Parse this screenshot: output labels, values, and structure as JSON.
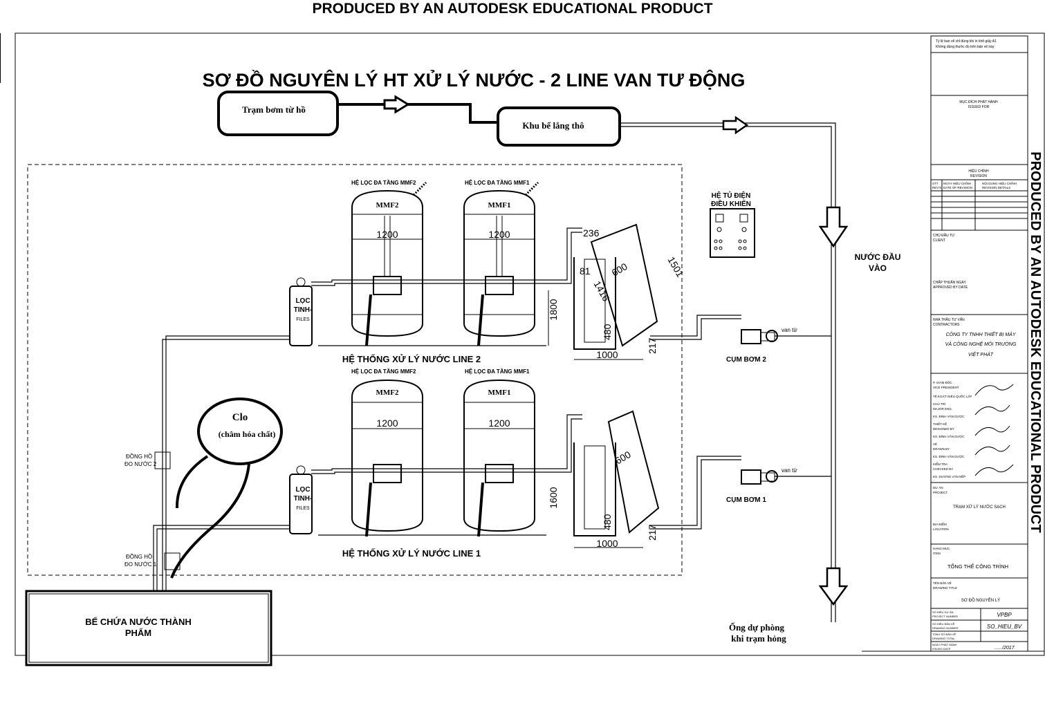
{
  "watermark_top": "PRODUCED BY AN AUTODESK EDUCATIONAL PRODUCT",
  "watermark_side": "PRODUCED BY AN AUTODESK EDUCATIONAL PRODUCT",
  "title": "SƠ ĐỒ NGUYÊN LÝ HT XỬ LÝ NƯỚC  - 2 LINE VAN TƯ ĐỘNG",
  "boxes": {
    "pump_station": "Trạm bơm từ hồ",
    "settling": "Khu bể lắng thô",
    "clo": "Clo",
    "clo_sub": "(châm hóa chất)",
    "tank_line1": "BỂ CHỨA NƯỚC THÀNH",
    "tank_line2": "PHẨM"
  },
  "labels": {
    "inlet_1": "NƯỚC ĐẦU",
    "inlet_2": "VÀO",
    "control_1": "HỆ TỦ ĐIỆN",
    "control_2": "ĐIỀU KHIỂN",
    "system_line2": "HỆ THỐNG XỬ LÝ NƯỚC LINE 2",
    "system_line1": "HỆ THỐNG XỬ LÝ NƯỚC LINE 1",
    "pump2": "CỤM BƠM 2",
    "pump1": "CỤM BƠM 1",
    "valve": "van từ",
    "meter2_1": "ĐỒNG HỒ",
    "meter2_2": "ĐO NƯỚC 2",
    "meter1_1": "ĐỒNG HỒ",
    "meter1_2": "ĐO NƯỚC 1",
    "backup_1": "Ống dự phòng",
    "backup_2": "khi trạm hỏng",
    "filter_a": "LỌC",
    "filter_b": "TINH-",
    "filter_c": "FILES",
    "mmf2_title": "HỆ LỌC ĐA TẦNG MMF2",
    "mmf1_title": "HỆ LỌC ĐA TẦNG MMF1",
    "mmf2": "MMF2",
    "mmf1": "MMF1"
  },
  "dims": {
    "d1200": "1200",
    "d1800": "1800",
    "d1600": "1600",
    "d236": "236",
    "d1501": "1501",
    "d600": "600",
    "d81": "81",
    "d1416": "1416",
    "d480": "480",
    "d217": "217",
    "d1000": "1000"
  },
  "titleblock": {
    "note_1": "Tỷ lệ ban vẽ chỉ đúng khi in khổ giấy A1",
    "note_2": "Không dùng thước đo trên bản vẽ này",
    "issued_vn": "MỤC ĐÍCH PHÁT HÀNH",
    "issued_en": "ISSUED FOR",
    "rev_vn": "HIỆU CHỈNH",
    "rev_en": "REVISION",
    "stt": "STT",
    "stt_en": "REV'S",
    "rev_date": "NGÀY HIỆU CHỈNH",
    "rev_date_en": "DATE OF REVISION",
    "rev_detail": "NỘI DUNG HIỆU CHỈNH",
    "rev_detail_en": "REVISION DETAILS",
    "client_vn": "CHỦ ĐẦU TƯ",
    "client_en": "CLIENT",
    "approved_vn": "CHẤP THUẬN    NGÀY",
    "approved_en": "APPROVED BY    DATE",
    "contractor_vn": "NHÀ THẦU TƯ VẤN",
    "contractor_en": "CONTRACTORS",
    "company_1": "CÔNG TY TNHH THIẾT BỊ MÁY",
    "company_2": "VÀ CÔNG NGHỆ MÔI TRƯỜNG",
    "company_3": "VIỆT PHÁT",
    "vp_vn": "P. GIÁM ĐỐC",
    "vp_en": "VICE PRESIDENT",
    "vp_name": "TÊ.KS.KT  NIÊU QUỐC LẬP",
    "pm_vn": "CHỦ TRÌ",
    "pm_en": "MAJOR ENG.",
    "pm_name": "KS. ĐINH VĂN DƯỢC",
    "des_vn": "THIẾT KẾ",
    "des_en": "DESIGNED BY",
    "des_name": "KS. ĐINH VĂN DƯỢC",
    "dr_vn": "VẼ",
    "dr_en": "DRAWN BY",
    "dr_name": "KS. ĐINH VĂN DƯỢC",
    "ch_vn": "KIỂM TRA",
    "ch_en": "CHECKED BY",
    "ch_name": "KS. DƯƠNG VĂN NẾP",
    "proj_vn": "DỰ ÁN",
    "proj_en": "PROJECT",
    "proj_name": "TRẠM XỬ LÝ NƯỚC SẠCH",
    "loc_vn": "ĐỊA ĐIỂM",
    "loc_en": "LOCATION",
    "item_vn": "HẠNG MỤC",
    "item_en": "ITEM",
    "item_name": "TỔNG THỂ CÔNG TRÌNH",
    "dwg_vn": "TÊN BẢN VẼ",
    "dwg_en": "DRAWING TITLE",
    "dwg_name": "SƠ ĐỒ NGUYÊN LÝ",
    "pno_vn": "SỐ HIỆU DỰ ÁN",
    "pno_en": "PROJECT NUMBER",
    "pno": "VPBP",
    "dno_vn": "SỐ HIỆU BẢN VẼ",
    "dno_en": "DRAWING NUMBER",
    "dno": "SO_HIEU_BV",
    "tot_vn": "TỔNG SỐ BẢN VẼ",
    "tot_en": "DRAWING TOTAL",
    "date_vn": "NGÀY PHÁT HÀNH",
    "date_en": "ISSUED DATE",
    "date": "....../2017"
  }
}
